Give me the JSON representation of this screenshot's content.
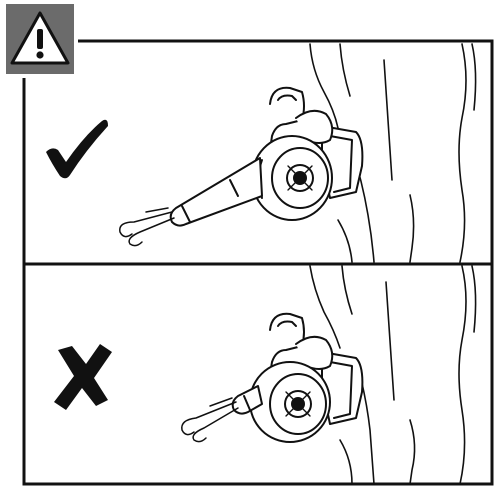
{
  "warning_badge": {
    "icon": "warning-triangle-icon",
    "background": "#6b6b6b",
    "symbol": "!"
  },
  "panels": [
    {
      "id": "correct-usage",
      "verdict_icon": "checkmark-icon",
      "meaning": "correct"
    },
    {
      "id": "incorrect-usage",
      "verdict_icon": "cross-icon",
      "meaning": "incorrect"
    }
  ],
  "colors": {
    "line": "#111111",
    "badge": "#6b6b6b",
    "paper": "#ffffff"
  }
}
